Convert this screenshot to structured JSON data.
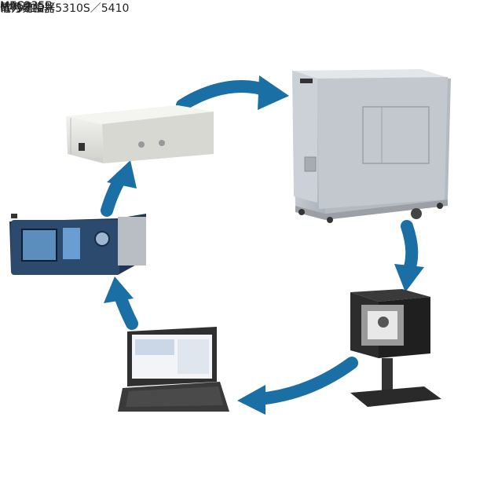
{
  "labels": {
    "shield_room": "MY5310／5310S／5410",
    "amplifier": "電力増幅器",
    "signal_generator": "信号発生器",
    "software": "MAS235B",
    "chamber": "MEC235"
  },
  "colors": {
    "arrow": "#1a6fa5",
    "shield_body": "#c7ccd2",
    "amplifier_body": "#e6e6e2",
    "signal_gen_body": "#2c4a6e",
    "chamber_body": "#2c2c2c",
    "laptop_body": "#3a3a3a"
  }
}
